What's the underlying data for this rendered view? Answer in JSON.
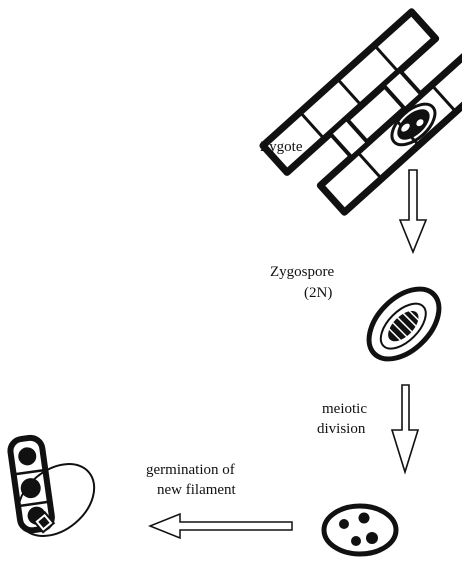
{
  "labels": {
    "zygote": "Zygote",
    "zygospore": "Zygospore",
    "zygospore_ploidy": "(2N)",
    "meiotic_line1": "meiotic",
    "meiotic_line2": "division",
    "germination_line1": "germination of",
    "germination_line2": "new filament"
  },
  "colors": {
    "ink": "#111111",
    "background": "#ffffff"
  },
  "icons": {
    "conjugating_filaments": "conjugating-filaments-icon",
    "zygospore": "zygospore-cell-icon",
    "meiotic_products": "four-nuclei-cell-icon",
    "germling": "germinating-filament-icon",
    "arrows": "hollow-arrow-icon"
  }
}
